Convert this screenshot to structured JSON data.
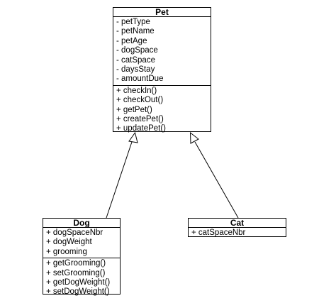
{
  "diagram": {
    "classes": {
      "pet": {
        "name": "Pet",
        "attributes": [
          "- petType",
          "- petName",
          "- petAge",
          "- dogSpace",
          "- catSpace",
          "- daysStay",
          "- amountDue"
        ],
        "operations": [
          "+ checkIn()",
          "+ checkOut()",
          "+ getPet()",
          "+ createPet()",
          "+ updatePet()"
        ]
      },
      "dog": {
        "name": "Dog",
        "attributes": [
          "+ dogSpaceNbr",
          "+ dogWeight",
          "+ grooming"
        ],
        "operations": [
          "+ getGrooming()",
          "+ setGrooming()",
          "+ getDogWeight()",
          "+ setDogWeight()"
        ]
      },
      "cat": {
        "name": "Cat",
        "attributes": [
          "+ catSpaceNbr"
        ],
        "operations": []
      }
    },
    "relationships": [
      {
        "type": "generalization",
        "from": "dog",
        "to": "pet"
      },
      {
        "type": "generalization",
        "from": "cat",
        "to": "pet"
      }
    ],
    "colors": {
      "line": "#000000",
      "background": "#ffffff",
      "box_fill": "#ffffff"
    }
  }
}
